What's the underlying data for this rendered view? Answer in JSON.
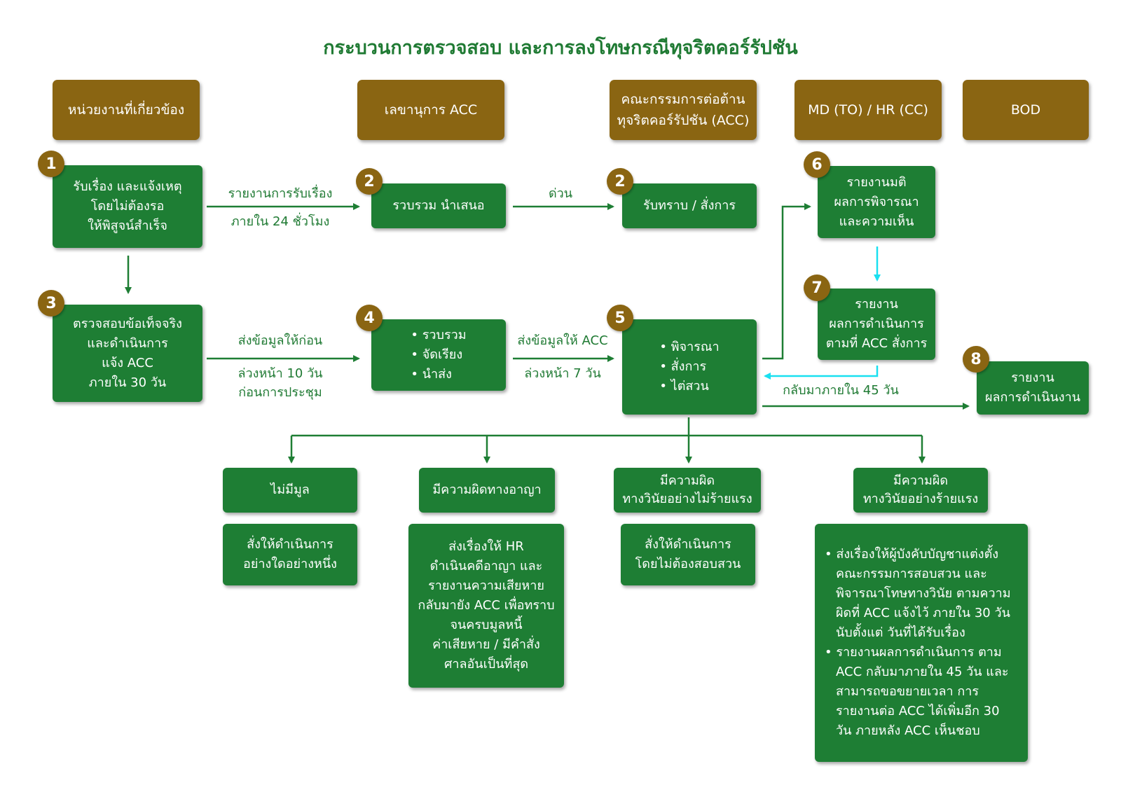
{
  "title": "กระบวนการตรวจสอบ และการลงโทษกรณีทุจริตคอร์รัปชัน",
  "colors": {
    "green": "#1e7e34",
    "gold": "#8a6512",
    "cyan": "#19e0f0"
  },
  "headers": {
    "dept": "หน่วยงานที่เกี่ยวข้อง",
    "secretary": "เลขานุการ ACC",
    "committee": [
      "คณะกรรมการต่อต้าน",
      "ทุจริตคอร์รัปชัน (ACC)"
    ],
    "md": "MD (TO) / HR (CC)",
    "bod": "BOD"
  },
  "steps": {
    "s1": {
      "num": "1",
      "lines": [
        "รับเรื่อง และแจ้งเหตุ",
        "โดยไม่ต้องรอ",
        "ให้พิสูจน์สำเร็จ"
      ]
    },
    "s2a": {
      "num": "2",
      "text": "รวบรวม นำเสนอ"
    },
    "s2b": {
      "num": "2",
      "text": "รับทราบ / สั่งการ"
    },
    "s3": {
      "num": "3",
      "lines": [
        "ตรวจสอบข้อเท็จจริง",
        "และดำเนินการ",
        "แจ้ง ACC",
        "ภายใน 30 วัน"
      ]
    },
    "s4": {
      "num": "4",
      "items": [
        "รวบรวม",
        "จัดเรียง",
        "นำส่ง"
      ]
    },
    "s5": {
      "num": "5",
      "items": [
        "พิจารณา",
        "สั่งการ",
        "ไต่สวน"
      ]
    },
    "s6": {
      "num": "6",
      "lines": [
        "รายงานมติ",
        "ผลการพิจารณา",
        "และความเห็น"
      ]
    },
    "s7": {
      "num": "7",
      "lines": [
        "รายงาน",
        "ผลการดำเนินการ",
        "ตามที่ ACC สั่งการ"
      ]
    },
    "s8": {
      "num": "8",
      "lines": [
        "รายงาน",
        "ผลการดำเนินงาน"
      ]
    }
  },
  "labels": {
    "l1_top": "รายงานการรับเรื่อง",
    "l1_bottom": "ภายใน 24 ชั่วโมง",
    "urgent": "ด่วน",
    "l3_top": "ส่งข้อมูลให้ก่อน",
    "l3_bottom": [
      "ล่วงหน้า 10 วัน",
      "ก่อนการประชุม"
    ],
    "l4_top": "ส่งข้อมูลให้ ACC",
    "l4_bottom": "ล่วงหน้า 7 วัน",
    "return45": "กลับมาภายใน 45 วัน"
  },
  "outcomes": {
    "o1": {
      "title": "ไม่มีมูล",
      "detail": [
        "สั่งให้ดำเนินการ",
        "อย่างใดอย่างหนึ่ง"
      ]
    },
    "o2": {
      "title": "มีความผิดทางอาญา",
      "detail": [
        "ส่งเรื่องให้ HR",
        "ดำเนินคดีอาญา และ",
        "รายงานความเสียหาย",
        "กลับมายัง ACC เพื่อทราบ",
        "จนครบมูลหนี้",
        "ค่าเสียหาย / มีคำสั่ง",
        "ศาลอันเป็นที่สุด"
      ]
    },
    "o3": {
      "title": [
        "มีความผิด",
        "ทางวินัยอย่างไม่ร้ายแรง"
      ],
      "detail": [
        "สั่งให้ดำเนินการ",
        "โดยไม่ต้องสอบสวน"
      ]
    },
    "o4": {
      "title": [
        "มีความผิด",
        "ทางวินัยอย่างร้ายแรง"
      ],
      "detail": [
        "ส่งเรื่องให้ผู้บังคับบัญชาแต่งตั้ง คณะกรรมการสอบสวน และพิจารณาโทษทางวินัย ตามความผิดที่ ACC แจ้งไว้ ภายใน 30 วัน นับตั้งแต่ วันที่ได้รับเรื่อง",
        "รายงานผลการดำเนินการ ตาม ACC กลับมาภายใน 45 วัน และสามารถขอขยายเวลา การรายงานต่อ ACC ได้เพิ่มอีก 30 วัน ภายหลัง ACC เห็นชอบ"
      ]
    }
  }
}
